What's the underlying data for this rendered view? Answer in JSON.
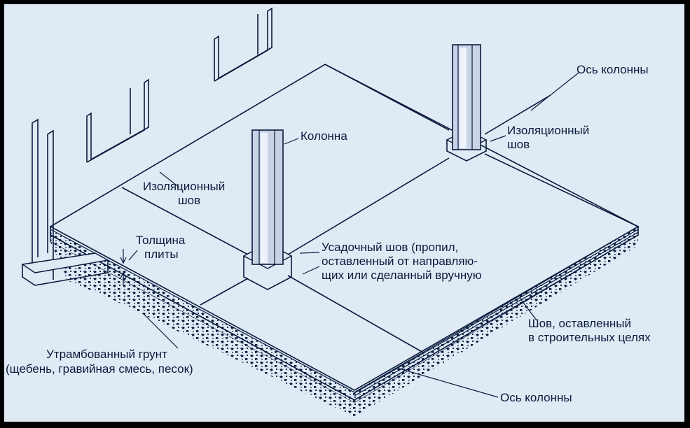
{
  "labels": {
    "column_axis_top": "Ось колонны",
    "isolation_joint_right_1": "Изоляционный",
    "isolation_joint_right_2": "шов",
    "column": "Колонна",
    "isolation_joint_left_1": "Изоляционный",
    "isolation_joint_left_2": "шов",
    "slab_thickness_1": "Толщина",
    "slab_thickness_2": "плиты",
    "shrinkage_joint_1": "Усадочный шов (пропил,",
    "shrinkage_joint_2": "оставленный от направляю-",
    "shrinkage_joint_3": "щих или сделанный вручную",
    "construction_joint_1": "Шов, оставленный",
    "construction_joint_2": "в строительных целях",
    "compacted_soil_1": "Утрамбованный грунт",
    "compacted_soil_2": "(щебень, гравийная смесь, песок)",
    "column_axis_bottom": "Ось колонны"
  },
  "colors": {
    "background": "#dfeaf5",
    "ink": "#0a1a3c",
    "column_fill": "#c8d3e6",
    "frame": "#000000"
  }
}
